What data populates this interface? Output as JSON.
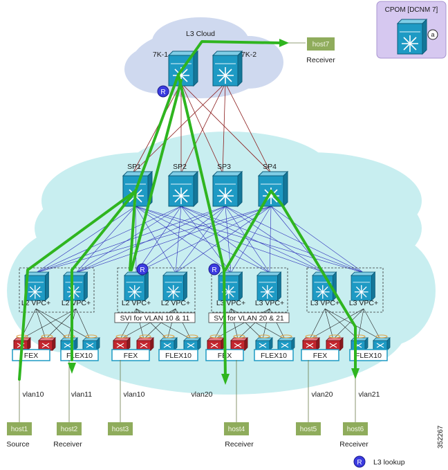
{
  "cloud": {
    "label": "L3 Cloud"
  },
  "cpom": {
    "label": "CPOM [DCNM 7]",
    "badge": "a"
  },
  "core": [
    {
      "id": "7k1",
      "label": "7K-1"
    },
    {
      "id": "7k2",
      "label": "7K-2"
    }
  ],
  "spines": [
    {
      "id": "sp1",
      "label": "SP1"
    },
    {
      "id": "sp2",
      "label": "SP2"
    },
    {
      "id": "sp3",
      "label": "SP3"
    },
    {
      "id": "sp4",
      "label": "SP4"
    }
  ],
  "leaves": [
    {
      "label": "L2 VPC+"
    },
    {
      "label": "L2 VPC+"
    },
    {
      "label": "L2 VPC+"
    },
    {
      "label": "L2 VPC+"
    },
    {
      "label": "L3 VPC+"
    },
    {
      "label": "L3 VPC+"
    },
    {
      "label": "L3 VPC+"
    },
    {
      "label": "L3 VPC+"
    }
  ],
  "svi": [
    {
      "label": "SVI for VLAN 10 & 11"
    },
    {
      "label": "SVI for VLAN 20 & 21"
    }
  ],
  "fex": [
    {
      "label": "FEX"
    },
    {
      "label": "FLEX10"
    },
    {
      "label": "FEX"
    },
    {
      "label": "FLEX10"
    },
    {
      "label": "FEX"
    },
    {
      "label": "FLEX10"
    },
    {
      "label": "FEX"
    },
    {
      "label": "FLEX10"
    }
  ],
  "vlans": [
    "vlan10",
    "vlan11",
    "vlan10",
    "vlan20",
    "vlan20",
    "vlan21"
  ],
  "hosts": [
    {
      "label": "host1",
      "role": "Source"
    },
    {
      "label": "host2",
      "role": "Receiver"
    },
    {
      "label": "host3",
      "role": ""
    },
    {
      "label": "host4",
      "role": "Receiver"
    },
    {
      "label": "host5",
      "role": ""
    },
    {
      "label": "host6",
      "role": "Receiver"
    },
    {
      "label": "host7",
      "role": "Receiver"
    }
  ],
  "legend": {
    "badge": "R",
    "label": "L3 lookup"
  },
  "figure_id": "352267",
  "colors": {
    "switch": "#1e9ac4",
    "cloud_top": "#cfd9ef",
    "fabric": "#c8eef0",
    "cpom_box": "#d6c8f0",
    "path": "#2fb51f",
    "host": "#8fac5c",
    "r_badge": "#3b3be0",
    "uplink": "#2a2ab8",
    "corelink": "#8b1c1c"
  }
}
